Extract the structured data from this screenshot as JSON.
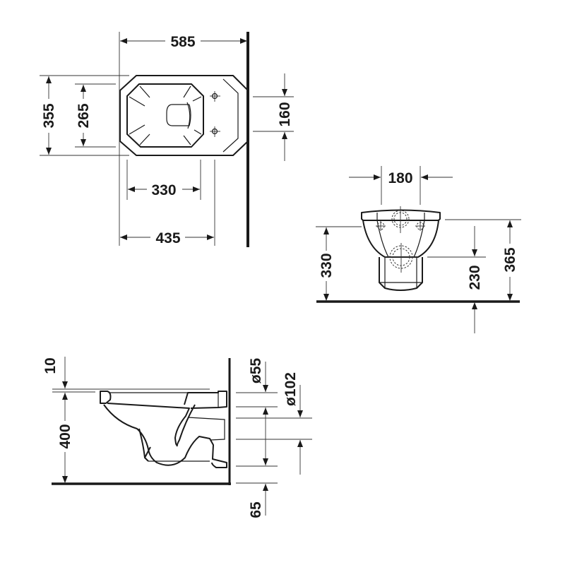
{
  "drawing": {
    "subject": "wall-hung toilet dimension drawing",
    "units": "mm",
    "line_color": "#1a1a1a"
  },
  "top_view": {
    "overall_length": "585",
    "overall_width": "355",
    "bowl_width": "265",
    "fixing_spacing": "160",
    "bowl_length": "330",
    "fixing_distance": "435"
  },
  "front_view": {
    "fixing_spacing": "180",
    "height_rim_left": "330",
    "height_outlet": "230",
    "height_rim_right": "365"
  },
  "side_view": {
    "seat_thickness": "10",
    "rim_height": "400",
    "inlet_diameter": "ø55",
    "outlet_diameter": "ø102",
    "outlet_height": "65"
  }
}
